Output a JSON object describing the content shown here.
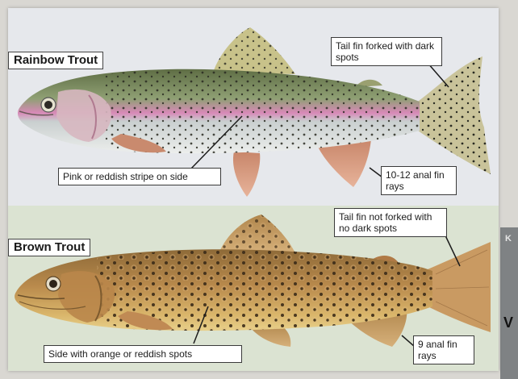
{
  "species": [
    {
      "title": "Rainbow Trout",
      "callouts": {
        "tail": "Tail fin forked with dark spots",
        "stripe": "Pink or reddish stripe on side",
        "anal": "10-12 anal fin rays"
      }
    },
    {
      "title": "Brown Trout",
      "callouts": {
        "tail": "Tail fin not forked with no dark spots",
        "side": "Side with orange or reddish spots",
        "anal": "9 anal fin rays"
      }
    }
  ],
  "sign_edge": {
    "letter": "K",
    "partial": "V"
  },
  "colors": {
    "rainbow_back": "#6f7f4f",
    "rainbow_stripe": "#d889b8",
    "rainbow_belly": "#e4e5e2",
    "brown_body": "#b8894a",
    "brown_belly": "#e0c278",
    "fin_peach": "#d89a7a",
    "spot_dark": "#2b2b24"
  }
}
